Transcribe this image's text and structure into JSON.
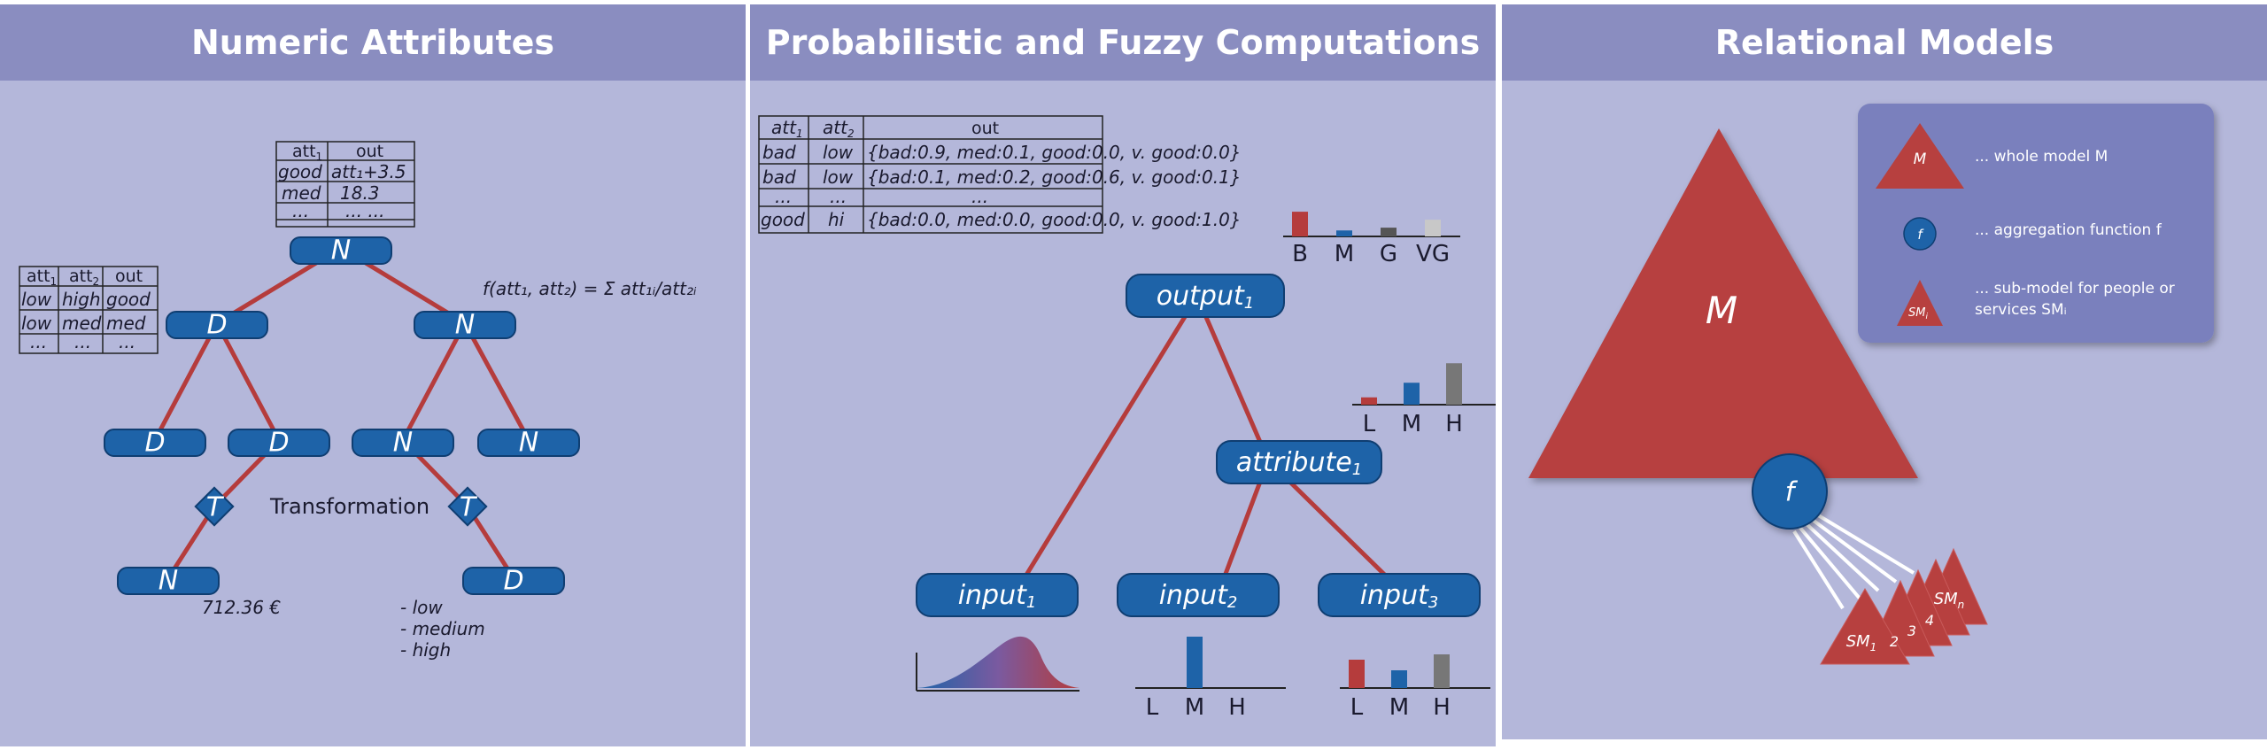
{
  "panels": {
    "numeric": {
      "title": "Numeric Attributes",
      "table_top": {
        "headers": [
          "att",
          "out"
        ],
        "header_sub": [
          "1",
          ""
        ],
        "rows": [
          [
            "good",
            "att₁+3.5"
          ],
          [
            "med",
            "18.3"
          ],
          [
            "...",
            "...  ..."
          ]
        ]
      },
      "table_left": {
        "headers": [
          "att",
          "att",
          "out"
        ],
        "header_sub": [
          "1",
          "2",
          ""
        ],
        "rows": [
          [
            "low",
            "high",
            "good"
          ],
          [
            "low",
            "med",
            "med"
          ],
          [
            "...",
            "...",
            "..."
          ]
        ]
      },
      "formula": "f(att₁, att₂) = Σ att₁ᵢ/att₂ᵢ",
      "nodes": {
        "root": "N",
        "d": "D",
        "n": "N",
        "t": "T"
      },
      "transformation_label": "Transformation",
      "value_label": "712.36 €",
      "list_items": [
        "- low",
        "- medium",
        "- high"
      ]
    },
    "fuzzy": {
      "title": "Probabilistic and Fuzzy Computations",
      "table": {
        "headers": [
          "att",
          "att",
          "out"
        ],
        "header_sub": [
          "1",
          "2",
          ""
        ],
        "rows": [
          [
            "bad",
            "low",
            "{bad:0.9, med:0.1, good:0.0, v. good:0.0}"
          ],
          [
            "bad",
            "low",
            "{bad:0.1, med:0.2, good:0.6, v. good:0.1}"
          ],
          [
            "...",
            "...",
            "..."
          ],
          [
            "good",
            "hi",
            "{bad:0.0, med:0.0, good:0.0, v. good:1.0}"
          ]
        ]
      },
      "nodes": {
        "output": "output",
        "output_sub": "1",
        "attribute": "attribute",
        "attribute_sub": "1",
        "input1": "input",
        "input1_sub": "1",
        "input2": "input",
        "input2_sub": "2",
        "input3": "input",
        "input3_sub": "3"
      },
      "mini_charts": {
        "output_dist": {
          "categories": [
            "B",
            "M",
            "G",
            "VG"
          ],
          "values": [
            0.62,
            0.15,
            0.22,
            0.42
          ],
          "colors": [
            "#b53c3c",
            "#1e63a8",
            "#555555",
            "#c8c8c8"
          ]
        },
        "attribute_dist": {
          "categories": [
            "L",
            "M",
            "H"
          ],
          "values": [
            0.15,
            0.45,
            0.85
          ],
          "colors": [
            "#b53c3c",
            "#1e63a8",
            "#777777"
          ]
        },
        "input2_dist": {
          "categories": [
            "L",
            "M",
            "H"
          ],
          "values": [
            0.0,
            1.0,
            0.0
          ],
          "colors": [
            "#b53c3c",
            "#1e63a8",
            "#777777"
          ]
        },
        "input3_dist": {
          "categories": [
            "L",
            "M",
            "H"
          ],
          "values": [
            0.8,
            0.5,
            0.95
          ],
          "colors": [
            "#b53c3c",
            "#1e63a8",
            "#777777"
          ]
        }
      }
    },
    "relational": {
      "title": "Relational Models",
      "big_triangle_label": "M",
      "aggregation_label": "f",
      "legend": [
        {
          "symbol": "M",
          "text": "... whole model M"
        },
        {
          "symbol": "f",
          "text": "... aggregation function f"
        },
        {
          "symbol": "SM",
          "symbol_sub": "i",
          "text": "... sub-model for people or services SMᵢ"
        }
      ],
      "sub_models": {
        "first": "SM",
        "first_sub": "1",
        "last": "SM",
        "last_sub": "n",
        "mid_labels": [
          "2",
          "3",
          "4"
        ]
      }
    }
  },
  "colors": {
    "panel_bg": "#b4b7da",
    "header_bg": "#8a8dc0",
    "node_blue": "#1e63a8",
    "edge_red": "#b53c3c",
    "triangle_red": "#b7403f"
  }
}
